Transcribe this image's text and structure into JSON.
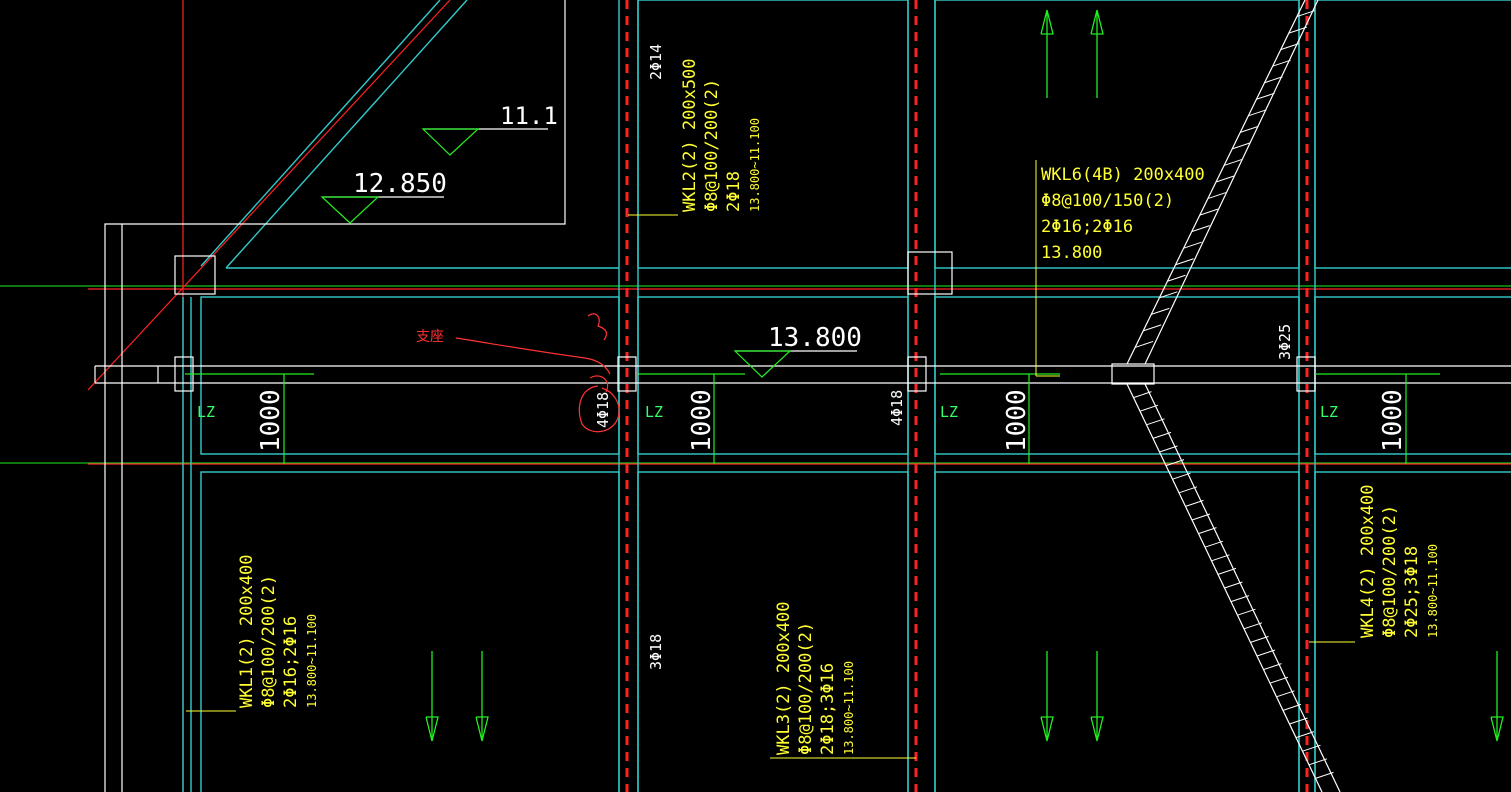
{
  "drawing": {
    "elevations": {
      "top_left_a": "11.1",
      "top_left_b": "12.850",
      "center": "13.800"
    },
    "beams": {
      "wkl2": {
        "line1": "WKL2(2) 200x500",
        "line2": "Φ8@100/200(2)",
        "line3": "2Φ18",
        "line4": "13.800~11.100"
      },
      "wkl6": {
        "line1": "WKL6(4B) 200x400",
        "line2": "Φ8@100/150(2)",
        "line3": "2Φ16;2Φ16",
        "line4": "13.800"
      },
      "wkl1": {
        "line1": "WKL1(2) 200x400",
        "line2": "Φ8@100/200(2)",
        "line3": "2Φ16;2Φ16",
        "line4": "13.800~11.100"
      },
      "wkl3": {
        "line1": "WKL3(2) 200x400",
        "line2": "Φ8@100/200(2)",
        "line3": "2Φ18;3Φ16",
        "line4": "13.800~11.100"
      },
      "wkl4": {
        "line1": "WKL4(2) 200x400",
        "line2": "Φ8@100/200(2)",
        "line3": "2Φ25;3Φ18",
        "line4": "13.800~11.100"
      }
    },
    "rebar_tags": {
      "top_col2": "2Φ14",
      "mid_col2": "4Φ18",
      "mid_col3": "4Φ18",
      "mid_col4": "3Φ25",
      "bottom_col2": "3Φ18"
    },
    "lz_label": "LZ",
    "dimension_1000": "1000",
    "annotation_support": "支座",
    "colors": {
      "background": "#000000",
      "axis_red": "#ff2222",
      "cyan": "#33cccc",
      "white": "#ffffff",
      "yellow": "#ffff33",
      "green": "#22ee22"
    }
  }
}
